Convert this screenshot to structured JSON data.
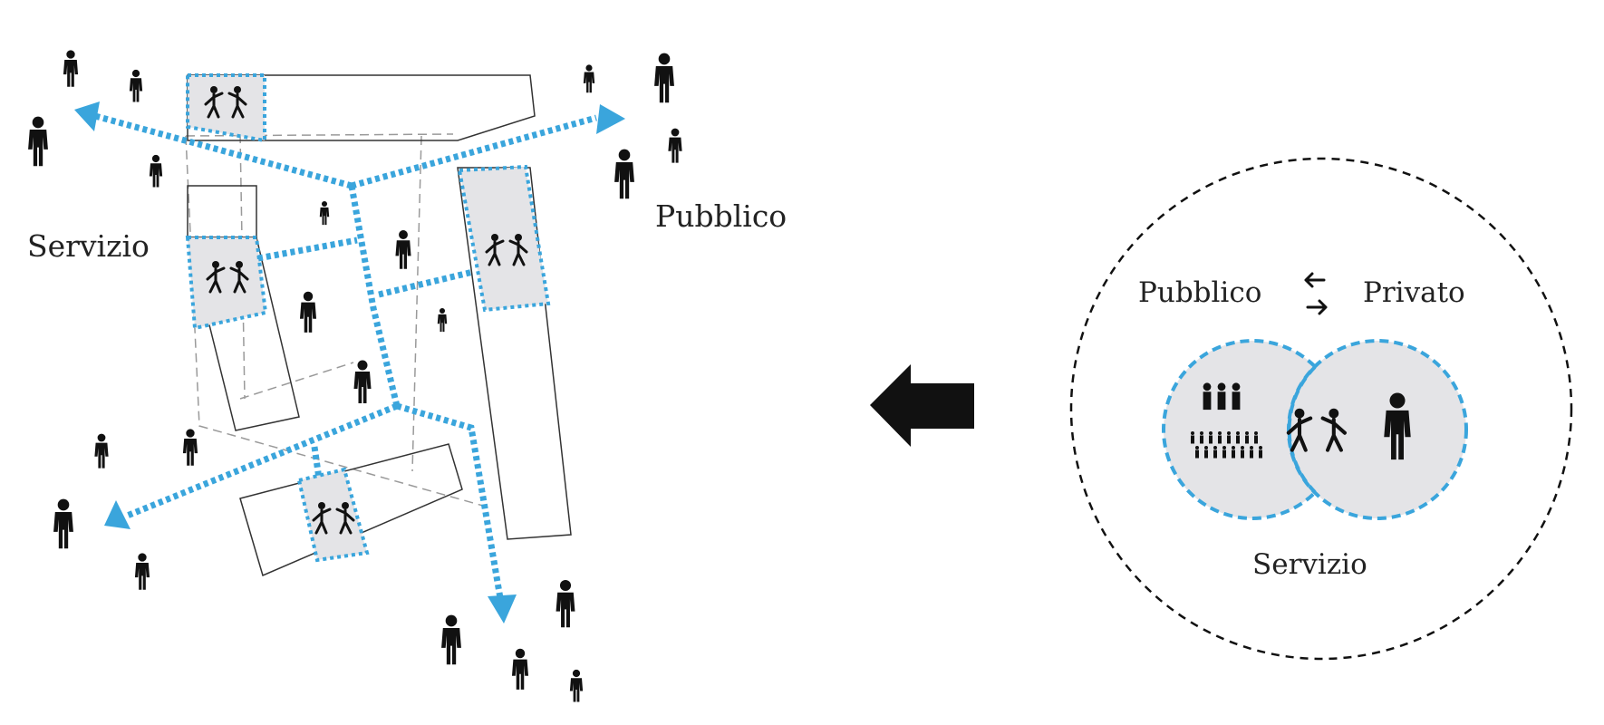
{
  "labels": {
    "servizio_left": "Servizio",
    "pubblico_left": "Pubblico",
    "pubblico_right": "Pubblico",
    "privato_right": "Privato",
    "servizio_right": "Servizio"
  },
  "colors": {
    "flow": "#3aa5dc",
    "zone_fill": "#e4e4e7",
    "ink": "#111111",
    "outline": "#333333",
    "guide": "#9a9a9a"
  },
  "icons": {
    "person": "person-icon",
    "interaction": "interaction-icon",
    "crowd": "crowd-icon",
    "exchange": "exchange-arrows-icon",
    "big_arrow": "left-arrow-icon"
  }
}
